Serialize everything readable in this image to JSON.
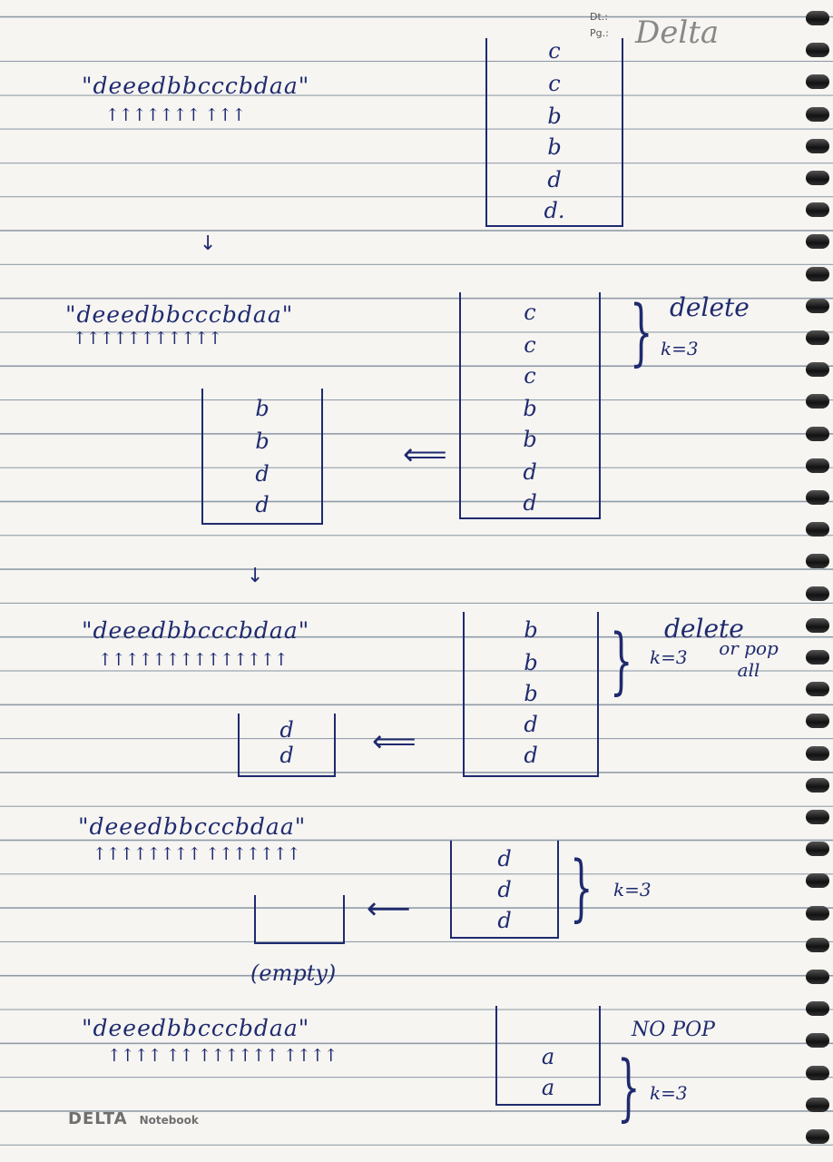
{
  "header": {
    "date_label": "Dt.:",
    "page_label": "Pg.:",
    "brand_logo": "Delta"
  },
  "footer": {
    "brand": "DELTA",
    "product": "Notebook"
  },
  "steps": [
    {
      "string": "\"deeedbbcccbdaa\"",
      "pointer_marks": "↑↑↑↑↑↑↑ ↑↑↑",
      "stack_main": [
        "c",
        "c",
        "b",
        "b",
        "d",
        "d."
      ],
      "stack_result": [],
      "note": "",
      "note2": "",
      "note3": ""
    },
    {
      "string": "\"deeedbbcccbdaa\"",
      "pointer_marks": "↑↑↑↑↑↑↑↑↑↑↑",
      "stack_main": [
        "c",
        "c",
        "c",
        "b",
        "b",
        "d",
        "d"
      ],
      "stack_result": [
        "b",
        "b",
        "d",
        "d"
      ],
      "note": "delete",
      "note2": "k=3",
      "note3": ""
    },
    {
      "string": "\"deeedbbcccbdaa\"",
      "pointer_marks": "↑↑↑↑↑↑↑↑↑↑↑↑↑↑",
      "stack_main": [
        "b",
        "b",
        "b",
        "d",
        "d"
      ],
      "stack_result": [
        "d",
        "d"
      ],
      "note": "delete",
      "note2": "k=3",
      "note3": "or pop all"
    },
    {
      "string": "\"deeedbbcccbdaa\"",
      "pointer_marks": "↑↑↑↑↑↑↑↑ ↑↑↑↑↑↑↑",
      "stack_main": [
        "d",
        "d",
        "d"
      ],
      "stack_result": [],
      "result_caption": "(empty)",
      "note": "k=3",
      "note2": "",
      "note3": ""
    },
    {
      "string": "\"deeedbbcccbdaa\"",
      "pointer_marks": "↑↑↑↑ ↑↑ ↑↑↑↑↑↑ ↑↑↑↑",
      "stack_main": [
        "a",
        "a"
      ],
      "stack_result": [],
      "note": "NO POP",
      "note2": "k=3",
      "note3": ""
    }
  ],
  "flow_arrows": [
    "↓",
    "↓"
  ]
}
